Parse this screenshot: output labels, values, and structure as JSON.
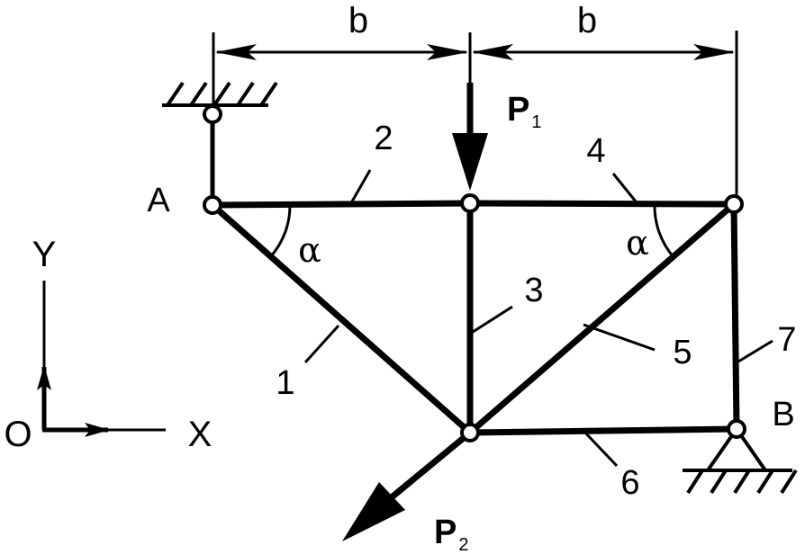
{
  "colors": {
    "ink": "#000000",
    "background": "#ffffff"
  },
  "dimensions": {
    "left_span": "b",
    "right_span": "b"
  },
  "joints": {
    "a": "A",
    "b": "B"
  },
  "angles": {
    "left": "α",
    "right": "α"
  },
  "members": {
    "m1": "1",
    "m2": "2",
    "m3": "3",
    "m4": "4",
    "m5": "5",
    "m6": "6",
    "m7": "7"
  },
  "loads": {
    "p1": {
      "letter": "P",
      "sub": "1"
    },
    "p2": {
      "letter": "P",
      "sub": "2"
    }
  },
  "axes": {
    "origin": "O",
    "x": "X",
    "y": "Y"
  },
  "supports": {
    "top": "fixed-hinge-icon",
    "right": "pin-support-icon"
  }
}
